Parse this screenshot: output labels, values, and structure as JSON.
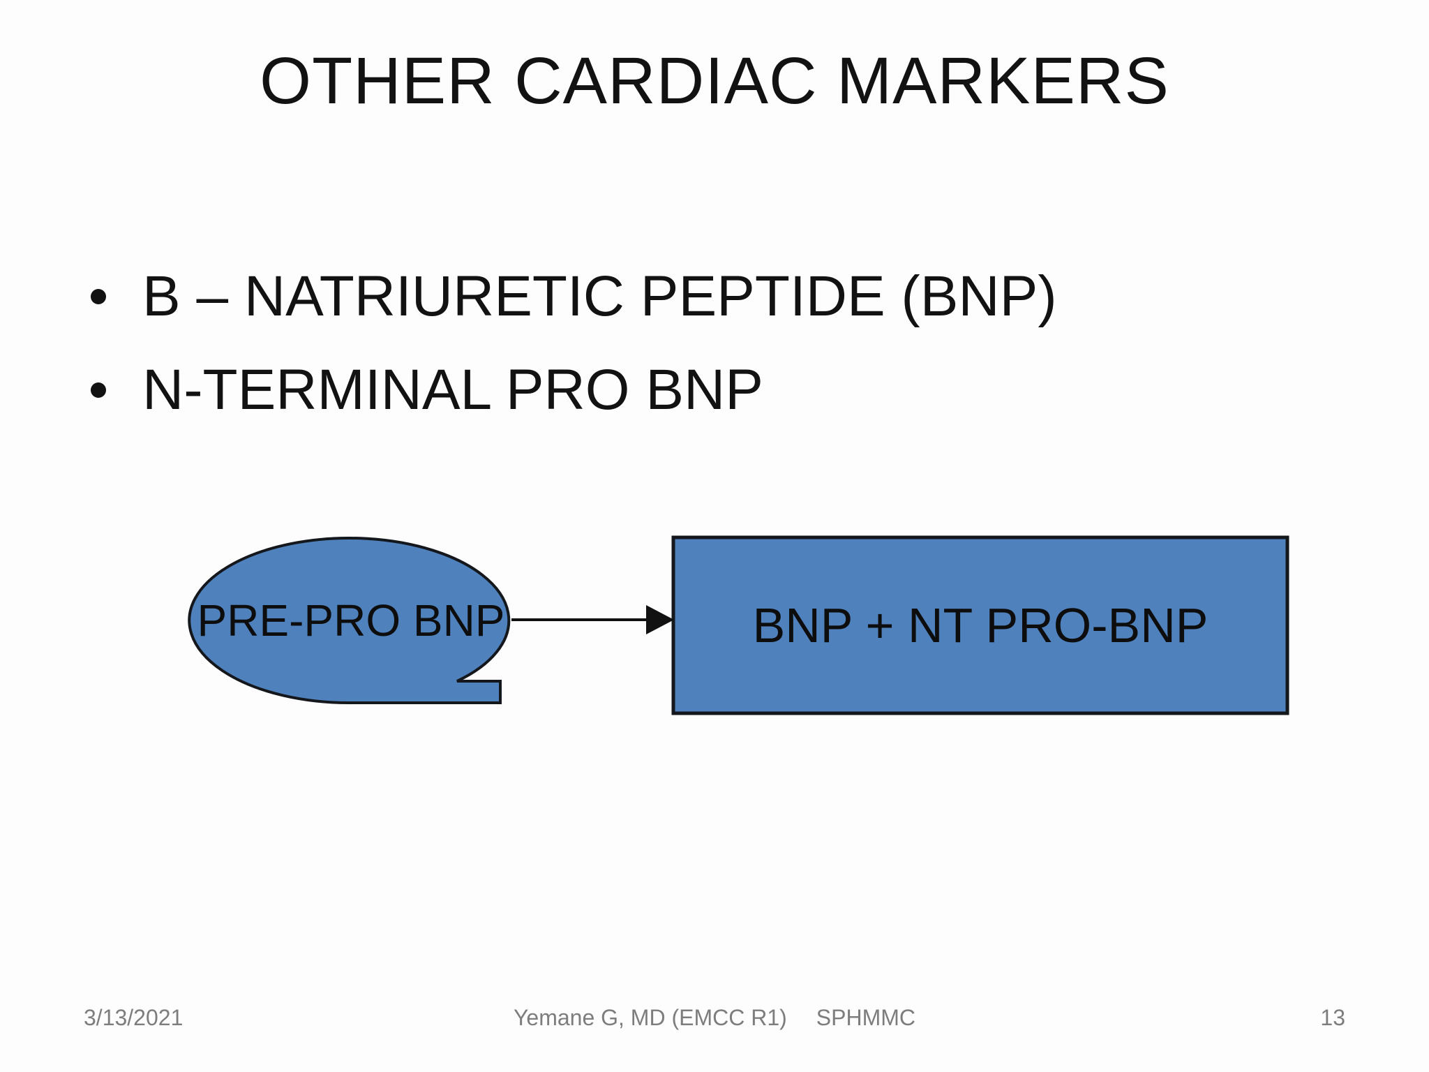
{
  "slide": {
    "title": "OTHER CARDIAC MARKERS",
    "bullets": [
      "B – NATRIURETIC PEPTIDE (BNP)",
      "N-TERMINAL PRO BNP"
    ],
    "diagram": {
      "callout_label": "PRE-PRO BNP",
      "box_label": "BNP + NT PRO-BNP",
      "shape_fill": "#4f81bd",
      "shape_stroke": "#14171c",
      "arrow_color": "#111111"
    },
    "footer": {
      "date": "3/13/2021",
      "author": "Yemane G, MD (EMCC R1)",
      "institution": "SPHMMC",
      "page_number": "13"
    }
  }
}
